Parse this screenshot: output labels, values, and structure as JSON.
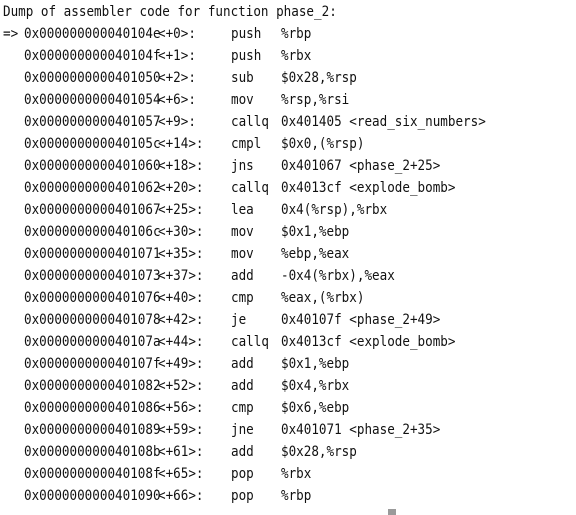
{
  "header": {
    "title": "Dump of assembler code for function phase_2:"
  },
  "current_marker": "=>",
  "lines": [
    {
      "addr": "0x000000000040104e",
      "offset": "<+0>:",
      "mnemonic": "push",
      "operands": "%rbp"
    },
    {
      "addr": "0x000000000040104f",
      "offset": "<+1>:",
      "mnemonic": "push",
      "operands": "%rbx"
    },
    {
      "addr": "0x0000000000401050",
      "offset": "<+2>:",
      "mnemonic": "sub",
      "operands": "$0x28,%rsp"
    },
    {
      "addr": "0x0000000000401054",
      "offset": "<+6>:",
      "mnemonic": "mov",
      "operands": "%rsp,%rsi"
    },
    {
      "addr": "0x0000000000401057",
      "offset": "<+9>:",
      "mnemonic": "callq",
      "operands": "0x401405 <read_six_numbers>"
    },
    {
      "addr": "0x000000000040105c",
      "offset": "<+14>:",
      "mnemonic": "cmpl",
      "operands": "$0x0,(%rsp)"
    },
    {
      "addr": "0x0000000000401060",
      "offset": "<+18>:",
      "mnemonic": "jns",
      "operands": "0x401067 <phase_2+25>"
    },
    {
      "addr": "0x0000000000401062",
      "offset": "<+20>:",
      "mnemonic": "callq",
      "operands": "0x4013cf <explode_bomb>"
    },
    {
      "addr": "0x0000000000401067",
      "offset": "<+25>:",
      "mnemonic": "lea",
      "operands": "0x4(%rsp),%rbx"
    },
    {
      "addr": "0x000000000040106c",
      "offset": "<+30>:",
      "mnemonic": "mov",
      "operands": "$0x1,%ebp"
    },
    {
      "addr": "0x0000000000401071",
      "offset": "<+35>:",
      "mnemonic": "mov",
      "operands": "%ebp,%eax"
    },
    {
      "addr": "0x0000000000401073",
      "offset": "<+37>:",
      "mnemonic": "add",
      "operands": "-0x4(%rbx),%eax"
    },
    {
      "addr": "0x0000000000401076",
      "offset": "<+40>:",
      "mnemonic": "cmp",
      "operands": "%eax,(%rbx)"
    },
    {
      "addr": "0x0000000000401078",
      "offset": "<+42>:",
      "mnemonic": "je",
      "operands": "0x40107f <phase_2+49>"
    },
    {
      "addr": "0x000000000040107a",
      "offset": "<+44>:",
      "mnemonic": "callq",
      "operands": "0x4013cf <explode_bomb>"
    },
    {
      "addr": "0x000000000040107f",
      "offset": "<+49>:",
      "mnemonic": "add",
      "operands": "$0x1,%ebp"
    },
    {
      "addr": "0x0000000000401082",
      "offset": "<+52>:",
      "mnemonic": "add",
      "operands": "$0x4,%rbx"
    },
    {
      "addr": "0x0000000000401086",
      "offset": "<+56>:",
      "mnemonic": "cmp",
      "operands": "$0x6,%ebp"
    },
    {
      "addr": "0x0000000000401089",
      "offset": "<+59>:",
      "mnemonic": "jne",
      "operands": "0x401071 <phase_2+35>"
    },
    {
      "addr": "0x000000000040108b",
      "offset": "<+61>:",
      "mnemonic": "add",
      "operands": "$0x28,%rsp"
    },
    {
      "addr": "0x000000000040108f",
      "offset": "<+65>:",
      "mnemonic": "pop",
      "operands": "%rbx"
    },
    {
      "addr": "0x0000000000401090",
      "offset": "<+66>:",
      "mnemonic": "pop",
      "operands": "%rbp"
    }
  ]
}
